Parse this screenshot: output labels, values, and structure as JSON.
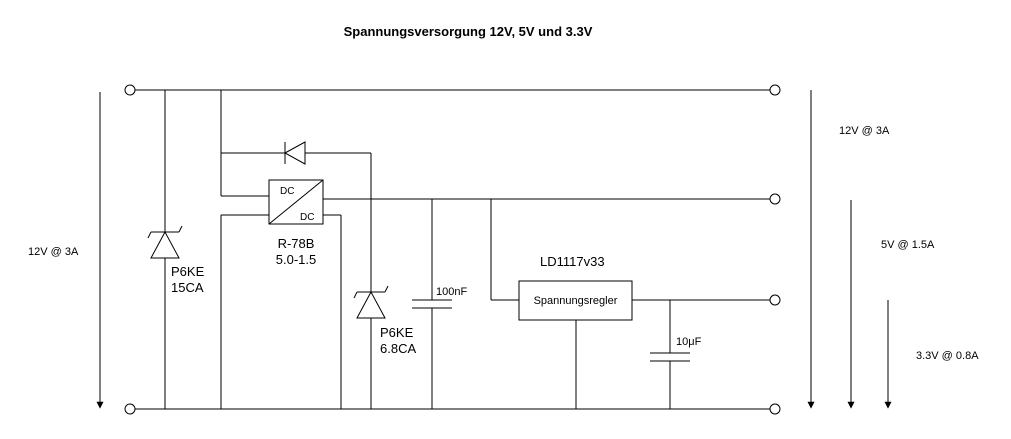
{
  "title": "Spannungsversorgung 12V, 5V und 3.3V",
  "input": {
    "label": "12V @ 3A"
  },
  "outputs": [
    {
      "label": "12V @ 3A"
    },
    {
      "label": "5V @ 1.5A"
    },
    {
      "label": "3.3V @ 0.8A"
    }
  ],
  "components": {
    "tvs_input": {
      "line1": "P6KE",
      "line2": "15CA"
    },
    "tvs_5v": {
      "line1": "P6KE",
      "line2": "6.8CA"
    },
    "dcdc": {
      "in": "DC",
      "out": "DC",
      "name": "R-78B",
      "value": "5.0-1.5"
    },
    "cap_5v": {
      "value": "100nF"
    },
    "regulator": {
      "name": "LD1117v33",
      "label": "Spannungsregler"
    },
    "cap_33v": {
      "value": "10μF"
    }
  }
}
